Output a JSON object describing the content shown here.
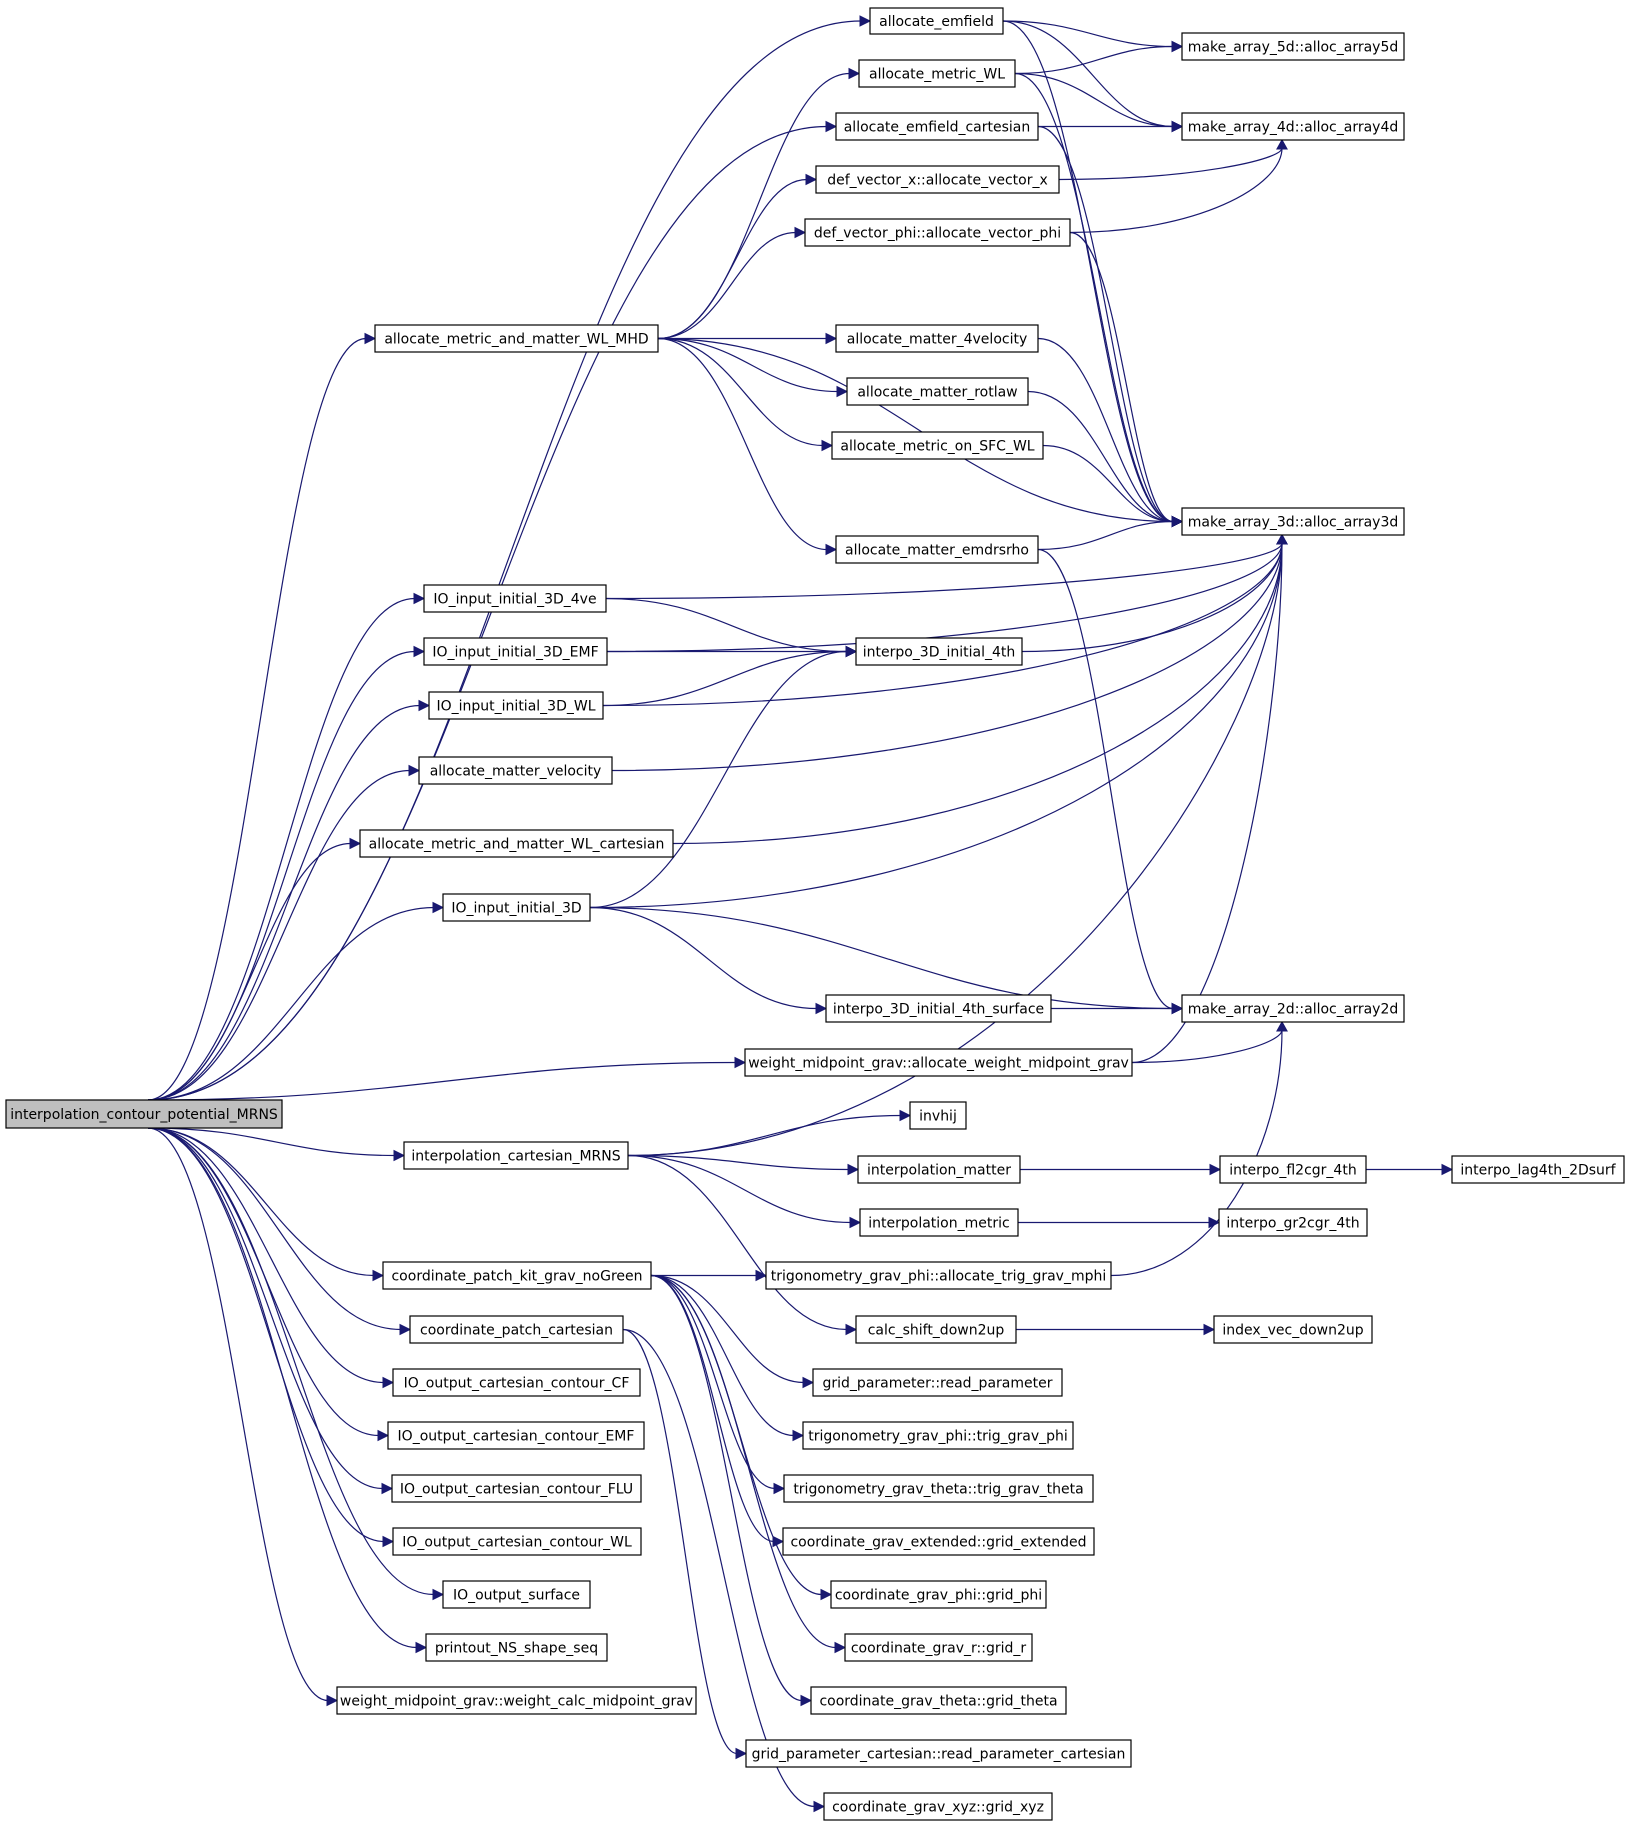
{
  "diagram": {
    "edge_color": "#191970",
    "root_fill": "#bfbfbf",
    "node_fill": "#ffffff",
    "nodes": [
      {
        "id": "root",
        "label": "interpolation_contour_potential_MRNS",
        "root": true
      },
      {
        "id": "allocate_emfield",
        "label": "allocate_emfield"
      },
      {
        "id": "allocate_metric_WL",
        "label": "allocate_metric_WL"
      },
      {
        "id": "allocate_emfield_cartesian",
        "label": "allocate_emfield_cartesian"
      },
      {
        "id": "def_vector_x",
        "label": "def_vector_x::allocate_vector_x"
      },
      {
        "id": "def_vector_phi",
        "label": "def_vector_phi::allocate_vector_phi"
      },
      {
        "id": "allocate_metric_and_matter_WL_MHD",
        "label": "allocate_metric_and_matter_WL_MHD"
      },
      {
        "id": "allocate_matter_4velocity",
        "label": "allocate_matter_4velocity"
      },
      {
        "id": "allocate_matter_rotlaw",
        "label": "allocate_matter_rotlaw"
      },
      {
        "id": "allocate_metric_on_SFC_WL",
        "label": "allocate_metric_on_SFC_WL"
      },
      {
        "id": "allocate_matter_emdrsrho",
        "label": "allocate_matter_emdrsrho"
      },
      {
        "id": "IO_input_initial_3D_4ve",
        "label": "IO_input_initial_3D_4ve"
      },
      {
        "id": "IO_input_initial_3D_EMF",
        "label": "IO_input_initial_3D_EMF"
      },
      {
        "id": "IO_input_initial_3D_WL",
        "label": "IO_input_initial_3D_WL"
      },
      {
        "id": "interpo_3D_initial_4th",
        "label": "interpo_3D_initial_4th"
      },
      {
        "id": "allocate_matter_velocity",
        "label": "allocate_matter_velocity"
      },
      {
        "id": "allocate_metric_and_matter_WL_cartesian",
        "label": "allocate_metric_and_matter_WL_cartesian"
      },
      {
        "id": "IO_input_initial_3D",
        "label": "IO_input_initial_3D"
      },
      {
        "id": "interpo_3D_initial_4th_surface",
        "label": "interpo_3D_initial_4th_surface"
      },
      {
        "id": "weight_alloc",
        "label": "weight_midpoint_grav::allocate_weight_midpoint_grav"
      },
      {
        "id": "alloc5d",
        "label": "make_array_5d::alloc_array5d"
      },
      {
        "id": "alloc4d",
        "label": "make_array_4d::alloc_array4d"
      },
      {
        "id": "alloc3d",
        "label": "make_array_3d::alloc_array3d"
      },
      {
        "id": "alloc2d",
        "label": "make_array_2d::alloc_array2d"
      },
      {
        "id": "invhij",
        "label": "invhij"
      },
      {
        "id": "interpolation_cartesian_MRNS",
        "label": "interpolation_cartesian_MRNS"
      },
      {
        "id": "interpolation_matter",
        "label": "interpolation_matter"
      },
      {
        "id": "interpo_fl2cgr_4th",
        "label": "interpo_fl2cgr_4th"
      },
      {
        "id": "interpo_lag4th_2Dsurf",
        "label": "interpo_lag4th_2Dsurf"
      },
      {
        "id": "interpolation_metric",
        "label": "interpolation_metric"
      },
      {
        "id": "interpo_gr2cgr_4th",
        "label": "interpo_gr2cgr_4th"
      },
      {
        "id": "coordinate_patch_kit_grav_noGreen",
        "label": "coordinate_patch_kit_grav_noGreen"
      },
      {
        "id": "trig_alloc_mphi",
        "label": "trigonometry_grav_phi::allocate_trig_grav_mphi"
      },
      {
        "id": "calc_shift_down2up",
        "label": "calc_shift_down2up"
      },
      {
        "id": "index_vec_down2up",
        "label": "index_vec_down2up"
      },
      {
        "id": "coordinate_patch_cartesian",
        "label": "coordinate_patch_cartesian"
      },
      {
        "id": "read_parameter",
        "label": "grid_parameter::read_parameter"
      },
      {
        "id": "trig_grav_phi",
        "label": "trigonometry_grav_phi::trig_grav_phi"
      },
      {
        "id": "trig_grav_theta",
        "label": "trigonometry_grav_theta::trig_grav_theta"
      },
      {
        "id": "grid_extended",
        "label": "coordinate_grav_extended::grid_extended"
      },
      {
        "id": "grid_phi",
        "label": "coordinate_grav_phi::grid_phi"
      },
      {
        "id": "grid_r",
        "label": "coordinate_grav_r::grid_r"
      },
      {
        "id": "grid_theta",
        "label": "coordinate_grav_theta::grid_theta"
      },
      {
        "id": "read_parameter_cartesian",
        "label": "grid_parameter_cartesian::read_parameter_cartesian"
      },
      {
        "id": "grid_xyz",
        "label": "coordinate_grav_xyz::grid_xyz"
      },
      {
        "id": "IO_output_cartesian_contour_CF",
        "label": "IO_output_cartesian_contour_CF"
      },
      {
        "id": "IO_output_cartesian_contour_EMF",
        "label": "IO_output_cartesian_contour_EMF"
      },
      {
        "id": "IO_output_cartesian_contour_FLU",
        "label": "IO_output_cartesian_contour_FLU"
      },
      {
        "id": "IO_output_cartesian_contour_WL",
        "label": "IO_output_cartesian_contour_WL"
      },
      {
        "id": "IO_output_surface",
        "label": "IO_output_surface"
      },
      {
        "id": "printout_NS_shape_seq",
        "label": "printout_NS_shape_seq"
      },
      {
        "id": "weight_calc",
        "label": "weight_midpoint_grav::weight_calc_midpoint_grav"
      }
    ],
    "edges": [
      [
        "root",
        "allocate_emfield"
      ],
      [
        "root",
        "allocate_emfield_cartesian"
      ],
      [
        "root",
        "allocate_metric_and_matter_WL_MHD"
      ],
      [
        "root",
        "IO_input_initial_3D_4ve"
      ],
      [
        "root",
        "IO_input_initial_3D_EMF"
      ],
      [
        "root",
        "IO_input_initial_3D_WL"
      ],
      [
        "root",
        "allocate_matter_velocity"
      ],
      [
        "root",
        "allocate_metric_and_matter_WL_cartesian"
      ],
      [
        "root",
        "IO_input_initial_3D"
      ],
      [
        "root",
        "weight_alloc"
      ],
      [
        "root",
        "interpolation_cartesian_MRNS"
      ],
      [
        "root",
        "coordinate_patch_kit_grav_noGreen"
      ],
      [
        "root",
        "coordinate_patch_cartesian"
      ],
      [
        "root",
        "IO_output_cartesian_contour_CF"
      ],
      [
        "root",
        "IO_output_cartesian_contour_EMF"
      ],
      [
        "root",
        "IO_output_cartesian_contour_FLU"
      ],
      [
        "root",
        "IO_output_cartesian_contour_WL"
      ],
      [
        "root",
        "IO_output_surface"
      ],
      [
        "root",
        "printout_NS_shape_seq"
      ],
      [
        "root",
        "weight_calc"
      ],
      [
        "allocate_emfield",
        "alloc5d"
      ],
      [
        "allocate_emfield",
        "alloc4d"
      ],
      [
        "allocate_emfield",
        "alloc3d"
      ],
      [
        "allocate_metric_WL",
        "alloc5d"
      ],
      [
        "allocate_metric_WL",
        "alloc4d"
      ],
      [
        "allocate_metric_WL",
        "alloc3d"
      ],
      [
        "allocate_emfield_cartesian",
        "alloc4d"
      ],
      [
        "allocate_emfield_cartesian",
        "alloc3d"
      ],
      [
        "def_vector_x",
        "alloc4d"
      ],
      [
        "def_vector_phi",
        "alloc4d"
      ],
      [
        "def_vector_phi",
        "alloc3d"
      ],
      [
        "allocate_metric_and_matter_WL_MHD",
        "allocate_metric_WL"
      ],
      [
        "allocate_metric_and_matter_WL_MHD",
        "def_vector_x"
      ],
      [
        "allocate_metric_and_matter_WL_MHD",
        "def_vector_phi"
      ],
      [
        "allocate_metric_and_matter_WL_MHD",
        "alloc3d"
      ],
      [
        "allocate_metric_and_matter_WL_MHD",
        "allocate_matter_4velocity"
      ],
      [
        "allocate_metric_and_matter_WL_MHD",
        "allocate_matter_rotlaw"
      ],
      [
        "allocate_metric_and_matter_WL_MHD",
        "allocate_metric_on_SFC_WL"
      ],
      [
        "allocate_metric_and_matter_WL_MHD",
        "allocate_matter_emdrsrho"
      ],
      [
        "allocate_matter_4velocity",
        "alloc3d"
      ],
      [
        "allocate_matter_rotlaw",
        "alloc3d"
      ],
      [
        "allocate_metric_on_SFC_WL",
        "alloc3d"
      ],
      [
        "allocate_matter_emdrsrho",
        "alloc3d"
      ],
      [
        "allocate_matter_emdrsrho",
        "alloc2d"
      ],
      [
        "IO_input_initial_3D_4ve",
        "alloc3d"
      ],
      [
        "IO_input_initial_3D_4ve",
        "interpo_3D_initial_4th"
      ],
      [
        "IO_input_initial_3D_EMF",
        "alloc3d"
      ],
      [
        "IO_input_initial_3D_EMF",
        "interpo_3D_initial_4th"
      ],
      [
        "IO_input_initial_3D_WL",
        "interpo_3D_initial_4th"
      ],
      [
        "IO_input_initial_3D_WL",
        "alloc3d"
      ],
      [
        "interpo_3D_initial_4th",
        "alloc3d"
      ],
      [
        "allocate_matter_velocity",
        "alloc3d"
      ],
      [
        "allocate_metric_and_matter_WL_cartesian",
        "alloc3d"
      ],
      [
        "IO_input_initial_3D",
        "interpo_3D_initial_4th"
      ],
      [
        "IO_input_initial_3D",
        "alloc3d"
      ],
      [
        "IO_input_initial_3D",
        "alloc2d"
      ],
      [
        "IO_input_initial_3D",
        "interpo_3D_initial_4th_surface"
      ],
      [
        "interpo_3D_initial_4th_surface",
        "alloc2d"
      ],
      [
        "weight_alloc",
        "alloc2d"
      ],
      [
        "weight_alloc",
        "alloc3d"
      ],
      [
        "interpolation_cartesian_MRNS",
        "alloc3d"
      ],
      [
        "interpolation_cartesian_MRNS",
        "invhij"
      ],
      [
        "interpolation_cartesian_MRNS",
        "interpolation_matter"
      ],
      [
        "interpolation_cartesian_MRNS",
        "interpolation_metric"
      ],
      [
        "interpolation_cartesian_MRNS",
        "calc_shift_down2up"
      ],
      [
        "interpolation_matter",
        "interpo_fl2cgr_4th"
      ],
      [
        "interpo_fl2cgr_4th",
        "interpo_lag4th_2Dsurf"
      ],
      [
        "interpolation_metric",
        "interpo_gr2cgr_4th"
      ],
      [
        "calc_shift_down2up",
        "index_vec_down2up"
      ],
      [
        "coordinate_patch_kit_grav_noGreen",
        "trig_alloc_mphi"
      ],
      [
        "trig_alloc_mphi",
        "alloc2d"
      ],
      [
        "coordinate_patch_kit_grav_noGreen",
        "read_parameter"
      ],
      [
        "coordinate_patch_kit_grav_noGreen",
        "trig_grav_phi"
      ],
      [
        "coordinate_patch_kit_grav_noGreen",
        "trig_grav_theta"
      ],
      [
        "coordinate_patch_kit_grav_noGreen",
        "grid_extended"
      ],
      [
        "coordinate_patch_kit_grav_noGreen",
        "grid_phi"
      ],
      [
        "coordinate_patch_kit_grav_noGreen",
        "grid_r"
      ],
      [
        "coordinate_patch_kit_grav_noGreen",
        "grid_theta"
      ],
      [
        "coordinate_patch_cartesian",
        "read_parameter_cartesian"
      ],
      [
        "coordinate_patch_cartesian",
        "grid_xyz"
      ]
    ]
  }
}
